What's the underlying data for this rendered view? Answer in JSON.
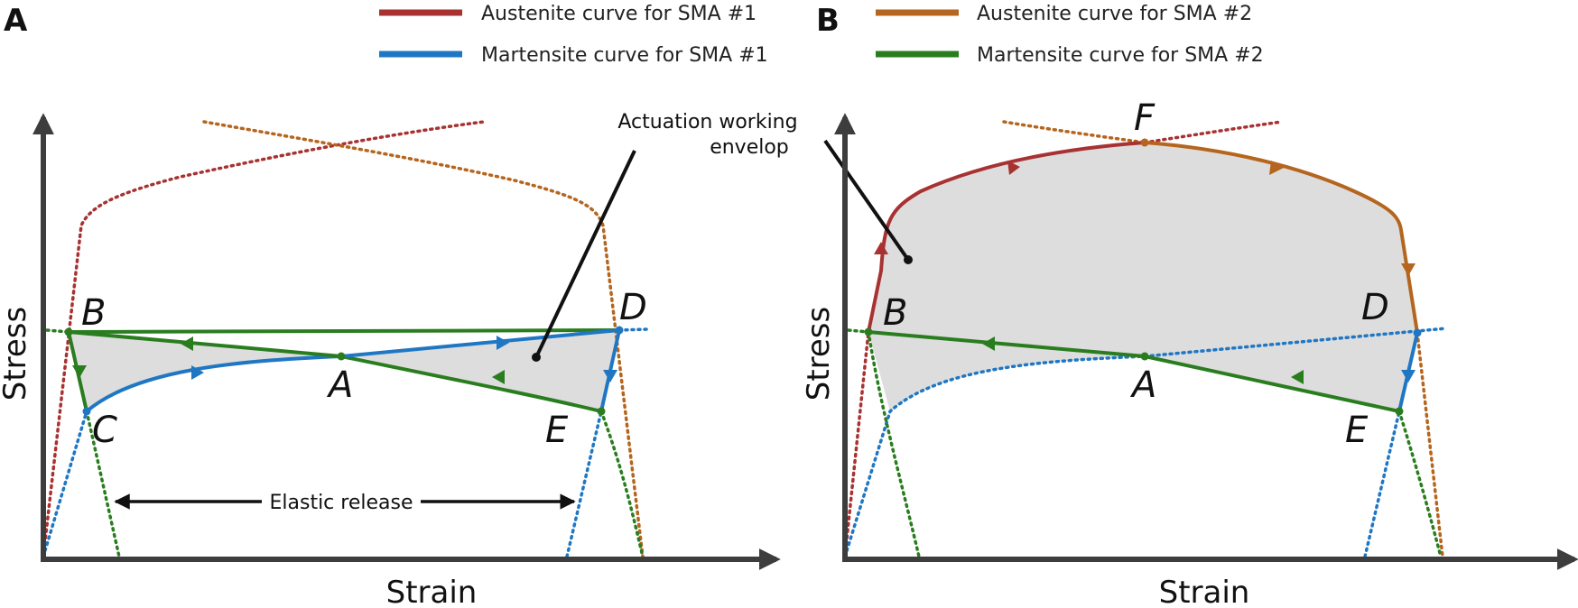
{
  "colors": {
    "sma1_austenite": "#a83232",
    "sma1_martensite": "#1f77c4",
    "sma2_austenite": "#b5651d",
    "sma2_martensite": "#2a7d1f",
    "envelope": "#dddddd",
    "axis": "#3d3d3d"
  },
  "legend": {
    "sma1_austenite": "Austenite curve for SMA #1",
    "sma1_martensite": "Martensite curve for SMA #1",
    "sma2_austenite": "Austenite curve for SMA #2",
    "sma2_martensite": "Martensite curve for SMA #2"
  },
  "panels": {
    "a": {
      "label": "A",
      "x_axis": "Strain",
      "y_axis": "Stress",
      "points": {
        "b": "B",
        "c": "C",
        "a": "A",
        "d": "D",
        "e": "E"
      },
      "annotation_elastic": "Elastic release"
    },
    "b": {
      "label": "B",
      "x_axis": "Strain",
      "y_axis": "Stress",
      "points": {
        "f": "F",
        "b": "B",
        "a": "A",
        "d": "D",
        "e": "E"
      }
    }
  },
  "annotation_envelope_line1": "Actuation working",
  "annotation_envelope_line2": "envelop"
}
